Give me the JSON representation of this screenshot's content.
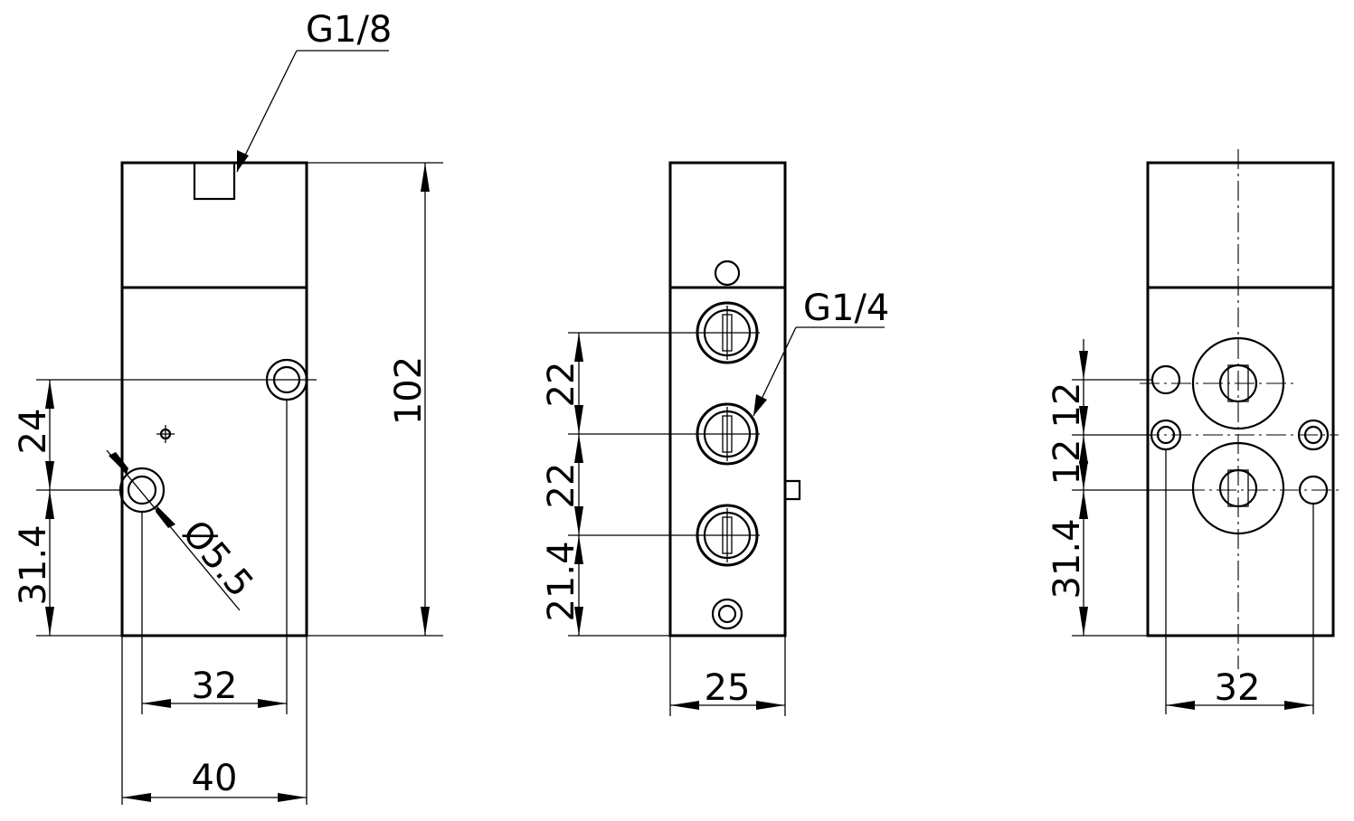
{
  "views": {
    "front": {
      "thread_top": "G1/8",
      "dim_height": "102",
      "dim_24": "24",
      "dim_31_4": "31.4",
      "dim_hole_dia": "Ø5.5",
      "dim_32": "32",
      "dim_40": "40"
    },
    "side": {
      "thread_ports": "G1/4",
      "dim_22_a": "22",
      "dim_22_b": "22",
      "dim_21_4": "21.4",
      "dim_25": "25"
    },
    "back": {
      "dim_12_a": "12",
      "dim_12_b": "12",
      "dim_31_4": "31.4",
      "dim_32": "32"
    }
  }
}
